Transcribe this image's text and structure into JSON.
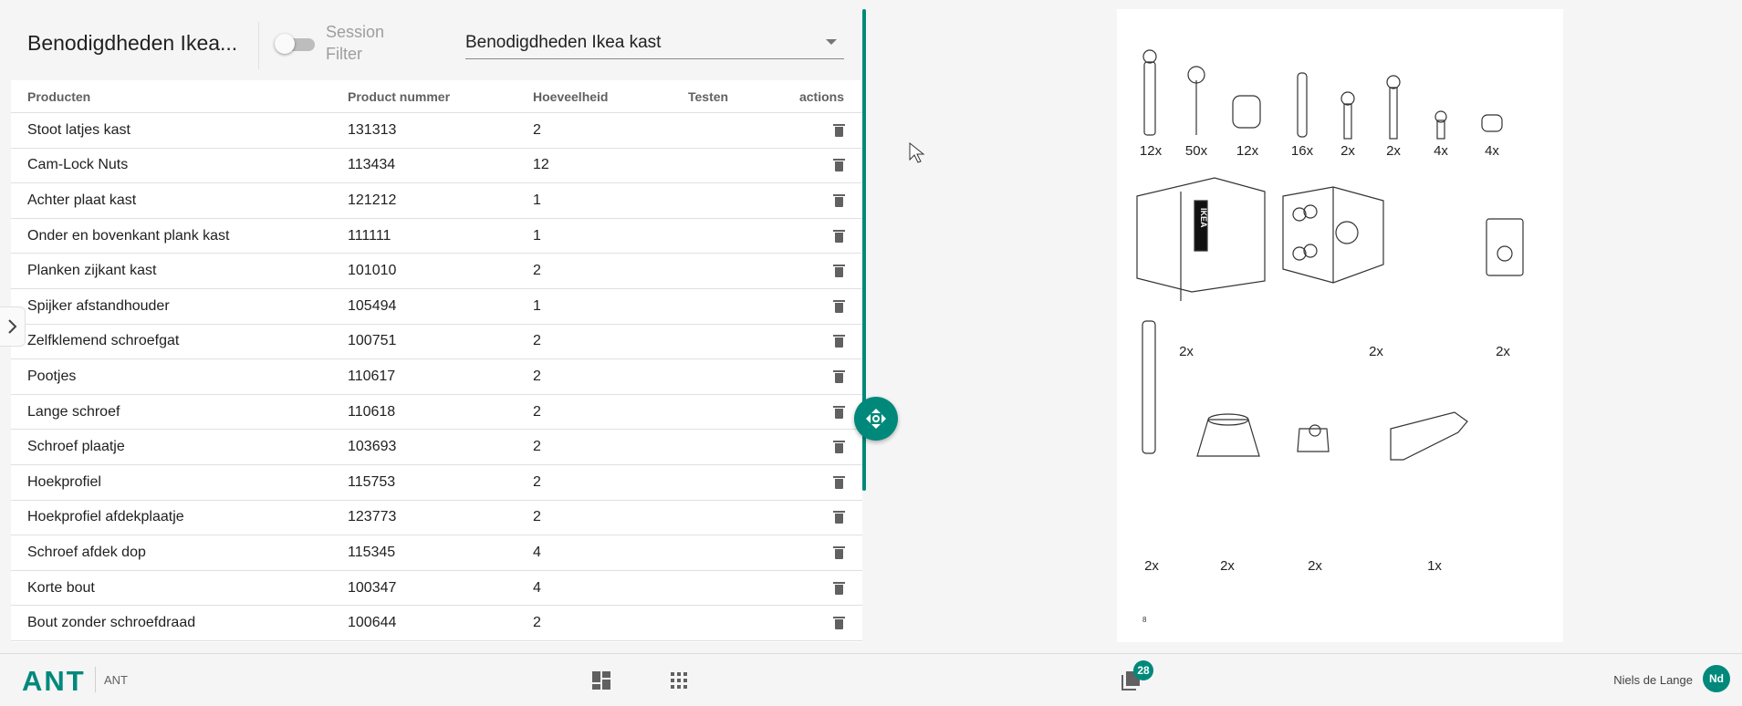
{
  "header": {
    "title": "Benodigdheden Ikea...",
    "session_filter_label": "Session Filter",
    "session_filter_on": false,
    "select_value": "Benodigdheden Ikea kast"
  },
  "table": {
    "columns": [
      "Producten",
      "Product nummer",
      "Hoeveelheid",
      "Testen",
      "actions"
    ],
    "rows": [
      {
        "product": "Stoot latjes kast",
        "number": "131313",
        "qty": "2"
      },
      {
        "product": "Cam-Lock Nuts",
        "number": "113434",
        "qty": "12"
      },
      {
        "product": "Achter plaat kast",
        "number": "121212",
        "qty": "1"
      },
      {
        "product": "Onder en bovenkant plank kast",
        "number": "111111",
        "qty": "1"
      },
      {
        "product": "Planken zijkant kast",
        "number": "101010",
        "qty": "2"
      },
      {
        "product": "Spijker afstandhouder",
        "number": "105494",
        "qty": "1"
      },
      {
        "product": "Zelfklemend schroefgat",
        "number": "100751",
        "qty": "2"
      },
      {
        "product": "Pootjes",
        "number": "110617",
        "qty": "2"
      },
      {
        "product": "Lange schroef",
        "number": "110618",
        "qty": "2"
      },
      {
        "product": "Schroef plaatje",
        "number": "103693",
        "qty": "2"
      },
      {
        "product": "Hoekprofiel",
        "number": "115753",
        "qty": "2"
      },
      {
        "product": "Hoekprofiel afdekplaatje",
        "number": "123773",
        "qty": "2"
      },
      {
        "product": "Schroef afdek dop",
        "number": "115345",
        "qty": "4"
      },
      {
        "product": "Korte bout",
        "number": "100347",
        "qty": "4"
      },
      {
        "product": "Bout zonder schroefdraad",
        "number": "100644",
        "qty": "2"
      }
    ]
  },
  "document": {
    "page_number": "8",
    "quantities_row1": [
      "12x",
      "50x",
      "12x",
      "16x",
      "2x",
      "2x",
      "4x",
      "4x"
    ],
    "quantities_row2": [
      "2x",
      "2x",
      "2x"
    ],
    "quantities_row3": [
      "2x",
      "2x",
      "2x",
      "1x"
    ],
    "brand_mark": "IKEA"
  },
  "footer": {
    "logo": "ANT",
    "app_name": "ANT",
    "badge_count": "28",
    "user_name": "Niels de Lange",
    "user_initials": "Nd"
  },
  "colors": {
    "accent": "#00897b"
  }
}
